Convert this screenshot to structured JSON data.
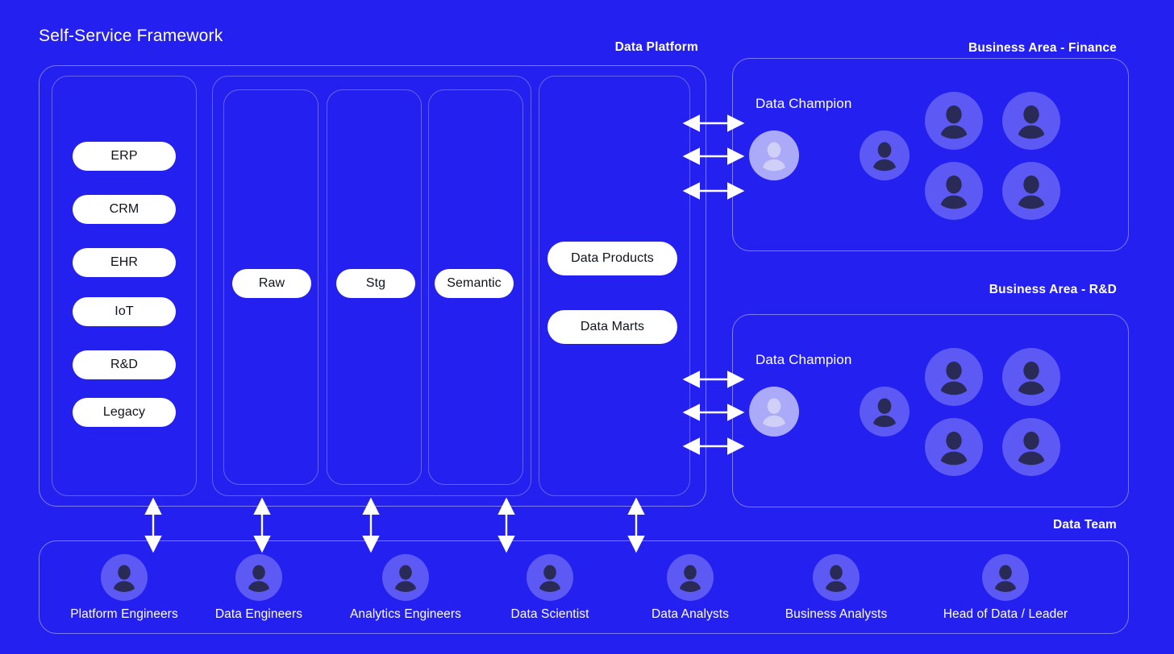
{
  "title": "Self-Service Framework",
  "labels": {
    "data_platform": "Data Platform",
    "business_area_finance": "Business Area - Finance",
    "business_area_rd": "Business Area - R&D",
    "data_team": "Data Team",
    "data_champion_finance": "Data Champion",
    "data_champion_rd": "Data Champion"
  },
  "sources": {
    "items": [
      {
        "label": "ERP"
      },
      {
        "label": "CRM"
      },
      {
        "label": "EHR"
      },
      {
        "label": "IoT"
      },
      {
        "label": "R&D"
      },
      {
        "label": "Legacy"
      }
    ]
  },
  "layers": {
    "items": [
      {
        "label": "Raw"
      },
      {
        "label": "Stg"
      },
      {
        "label": "Semantic"
      }
    ]
  },
  "outputs": {
    "items": [
      {
        "label": "Data Products"
      },
      {
        "label": "Data Marts"
      }
    ]
  },
  "business_areas": [
    {
      "name": "Business Area - Finance",
      "champion_label": "Data Champion",
      "champion_avatar": "person-icon",
      "member_avatars": [
        "person-icon",
        "person-icon",
        "person-icon",
        "person-icon",
        "person-icon"
      ]
    },
    {
      "name": "Business Area - R&D",
      "champion_label": "Data Champion",
      "champion_avatar": "person-icon",
      "member_avatars": [
        "person-icon",
        "person-icon",
        "person-icon",
        "person-icon",
        "person-icon"
      ]
    }
  ],
  "data_team": {
    "label": "Data Team",
    "members": [
      {
        "role": "Platform Engineers",
        "avatar": "person-icon"
      },
      {
        "role": "Data Engineers",
        "avatar": "person-icon"
      },
      {
        "role": "Analytics Engineers",
        "avatar": "person-icon"
      },
      {
        "role": "Data Scientist",
        "avatar": "person-icon"
      },
      {
        "role": "Data Analysts",
        "avatar": "person-icon"
      },
      {
        "role": "Business Analysts",
        "avatar": "person-icon"
      },
      {
        "role": "Head of Data / Leader",
        "avatar": "person-icon"
      }
    ]
  },
  "colors": {
    "background": "#2420f0",
    "pill_background": "#ffffff",
    "pill_text": "#10121c",
    "frame_border": "rgba(255,255,255,0.42)",
    "avatar_fill": "rgba(255,255,255,0.26)",
    "avatar_glyph": "#2a2a57",
    "champion_fill": "rgba(255,255,255,0.62)",
    "champion_glyph": "#cfcff8",
    "arrow": "#ffffff",
    "text": "#ffffff"
  }
}
